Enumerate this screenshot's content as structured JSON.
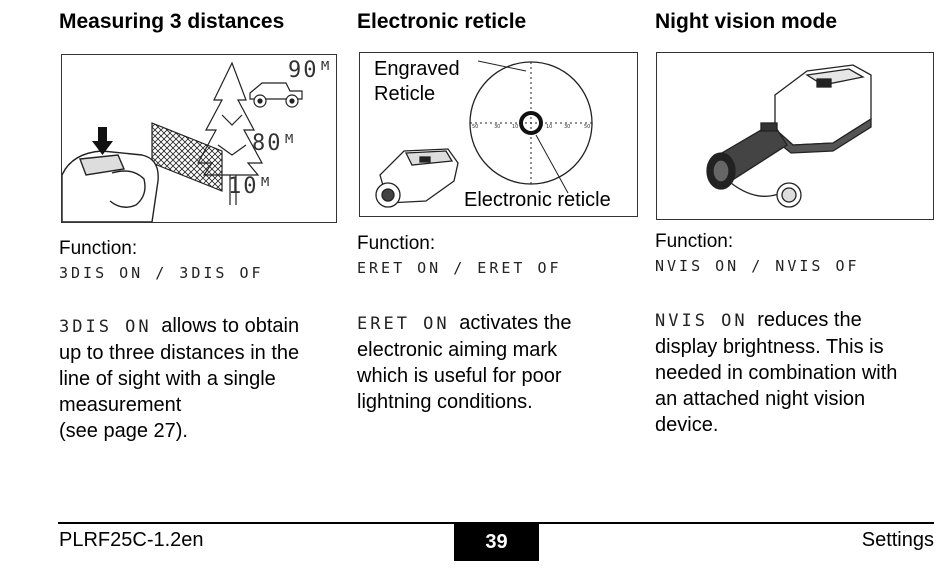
{
  "columns": [
    {
      "heading": "Measuring 3 distances",
      "figure": {
        "readouts": [
          "90ᴹ",
          "80ᴹ",
          "10ᴹ"
        ]
      },
      "function_label": "Function:",
      "function_options": "3DIS ON / 3DIS OF",
      "desc_code": "3DIS ON",
      "description_lines": [
        "allows to obtain",
        "up to three distances in the",
        "line of sight with a single",
        "measurement",
        "(see page 27)."
      ]
    },
    {
      "heading": "Electronic reticle",
      "figure": {
        "label_engraved": [
          "Engraved",
          "Reticle"
        ],
        "label_electronic": "Electronic reticle",
        "scale_numbers": [
          "50",
          "30",
          "10",
          "10",
          "30",
          "50"
        ]
      },
      "function_label": "Function:",
      "function_options": "ERET ON / ERET OF",
      "desc_code": "ERET ON",
      "description_lines": [
        "activates the",
        "electronic aiming mark",
        "which is useful for poor",
        "lightning conditions."
      ]
    },
    {
      "heading": "Night vision mode",
      "figure": {},
      "function_label": "Function:",
      "function_options": "NVIS ON / NVIS OF",
      "desc_code": "NVIS ON",
      "description_lines": [
        "reduces the",
        "display brightness. This is",
        "needed in combination with",
        "an attached night vision",
        "device."
      ]
    }
  ],
  "footer": {
    "doc_id": "PLRF25C-1.2en",
    "page_number": "39",
    "section": "Settings"
  }
}
